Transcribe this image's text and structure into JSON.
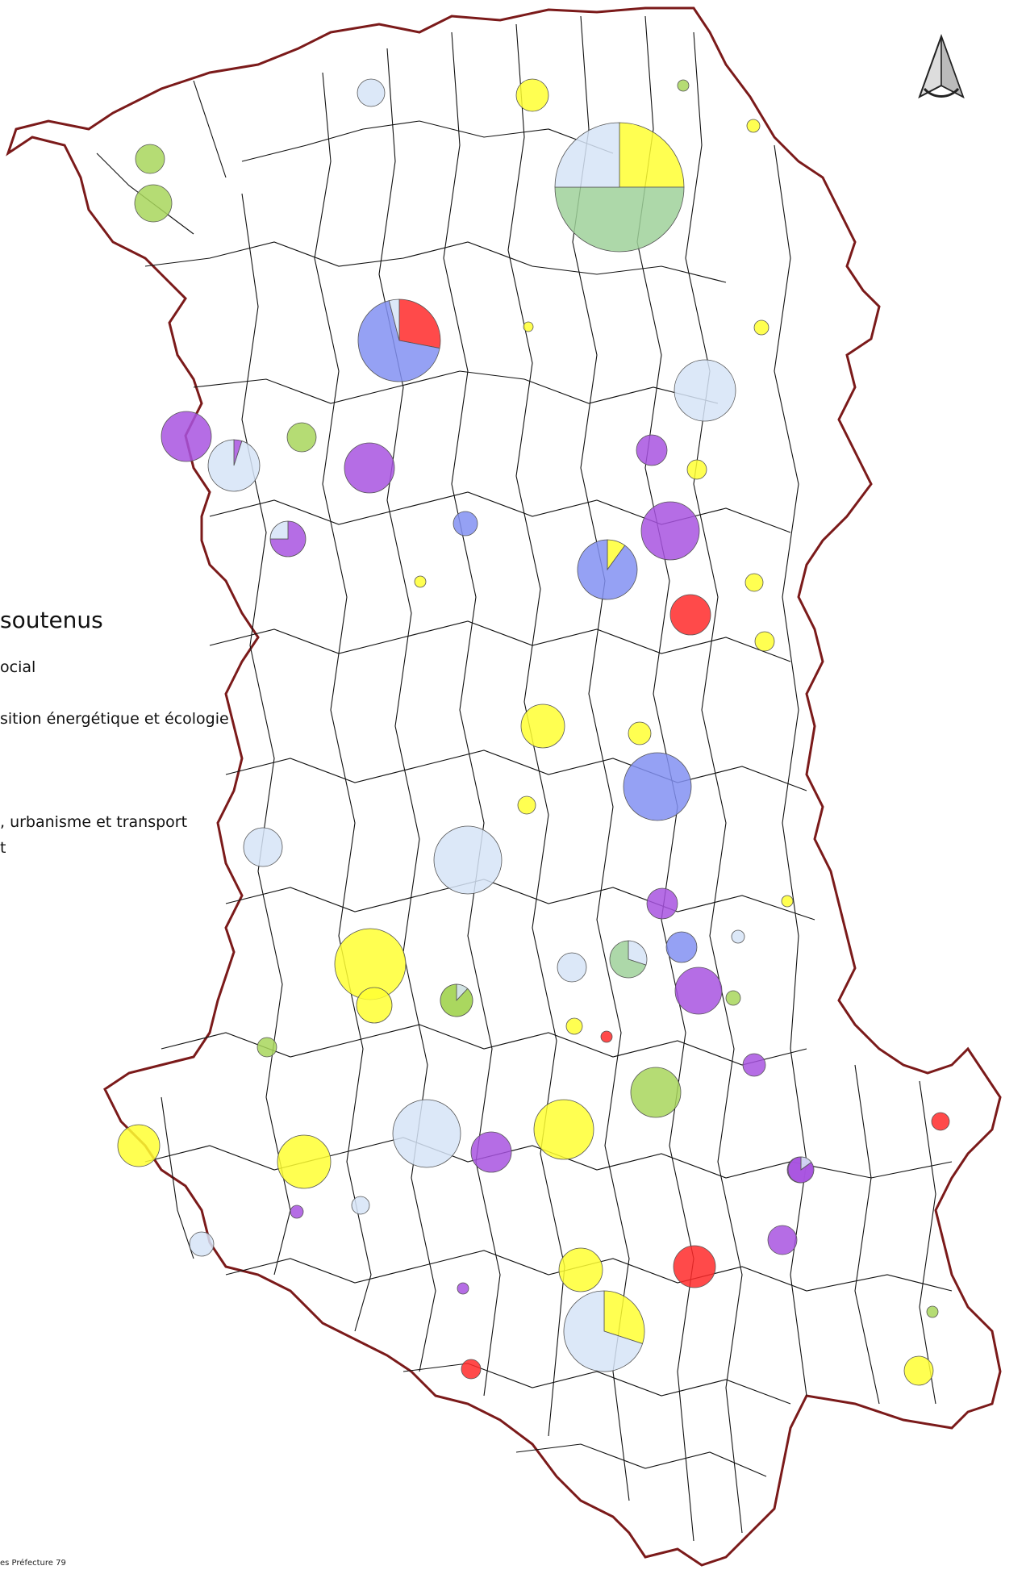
{
  "legend": {
    "title": "soutenus",
    "items": [
      "ocial",
      "sition énergétique et écologie",
      ", urbanisme et transport",
      "t"
    ]
  },
  "source": "es Préfecture 79",
  "colors": {
    "boundary": "#7b1a1a",
    "commune_lines": "#111111",
    "red": "#ff2a2a",
    "blue": "#8390f2",
    "light_blue": "#d6e4f7",
    "yellow": "#ffff33",
    "purple": "#a853e0",
    "lime": "#a8d65c",
    "green": "#9fd19a"
  },
  "symbols": [
    "north-arrow-icon"
  ]
}
